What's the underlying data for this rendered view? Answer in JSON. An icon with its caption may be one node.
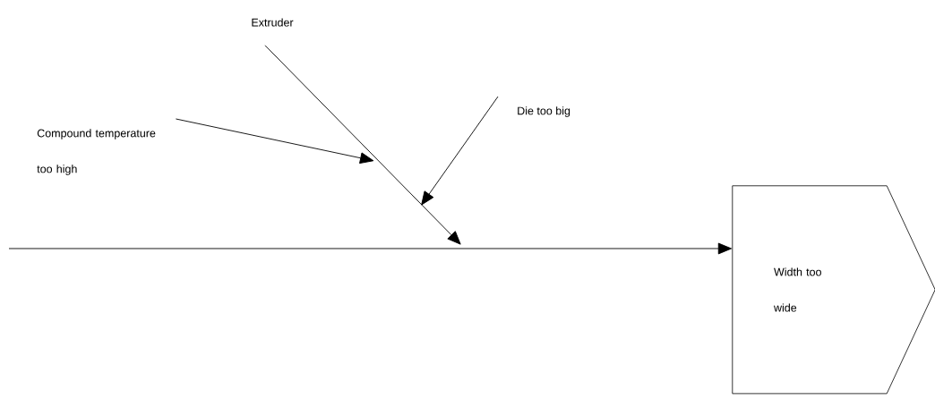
{
  "diagram": {
    "nodes": [
      {
        "text": [
          "Extruder"
        ]
      },
      {
        "text": [
          "Compound temperature too high"
        ]
      },
      {
        "text": [
          "Die too big"
        ]
      },
      {
        "text": [
          "Width too wide"
        ]
      }
    ],
    "edges": [
      {
        "from": 0,
        "to": null,
        "arrow": "to"
      },
      {
        "from": 1,
        "to": null,
        "arrow": "to"
      },
      {
        "from": 2,
        "to": null,
        "arrow": "to"
      },
      {
        "from": null,
        "to": 3,
        "arrow": "to"
      }
    ]
  }
}
